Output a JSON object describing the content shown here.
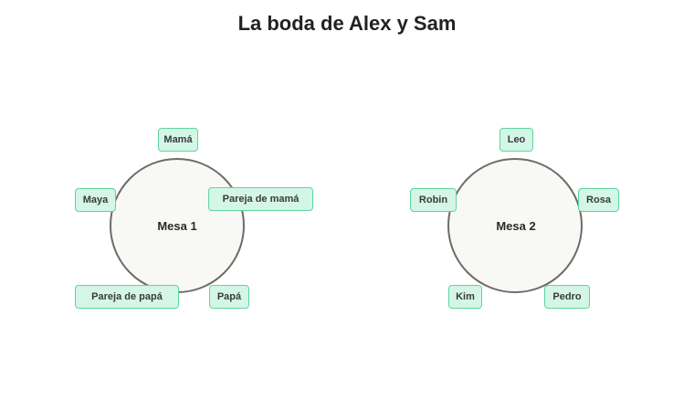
{
  "title": "La boda de Alex y Sam",
  "tables": [
    {
      "name": "Mesa 1",
      "guests": [
        "Mamá",
        "Pareja de mamá",
        "Papá",
        "Pareja de papá",
        "Maya"
      ]
    },
    {
      "name": "Mesa 2",
      "guests": [
        "Leo",
        "Rosa",
        "Pedro",
        "Kim",
        "Robin"
      ]
    }
  ],
  "colors": {
    "guest_fill": "#d4f6e6",
    "guest_border": "#5fd49f",
    "table_fill": "#f8f8f6",
    "table_border": "#6f6b67"
  }
}
